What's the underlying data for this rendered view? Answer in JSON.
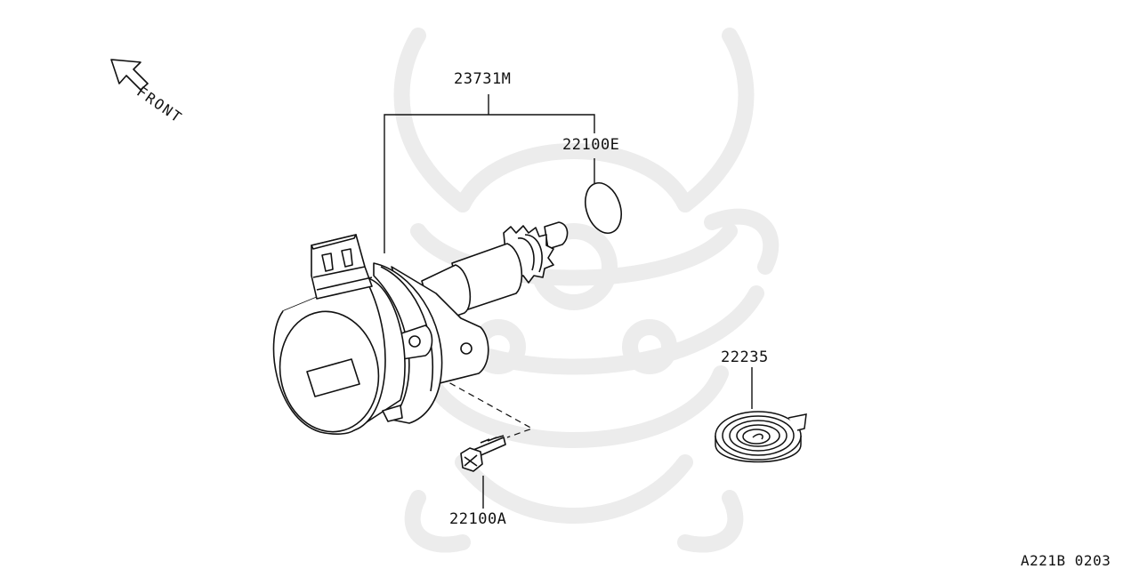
{
  "orientation": {
    "label": "FRONT"
  },
  "parts": {
    "speed_sensor": {
      "part_number": "23731M"
    },
    "o_ring": {
      "part_number": "22100E"
    },
    "bolt": {
      "part_number": "22100A"
    },
    "spring": {
      "part_number": "22235"
    }
  },
  "diagram_code": "A221B 0203",
  "colors": {
    "line": "#111111",
    "watermark": "#ececec",
    "background": "#ffffff"
  }
}
